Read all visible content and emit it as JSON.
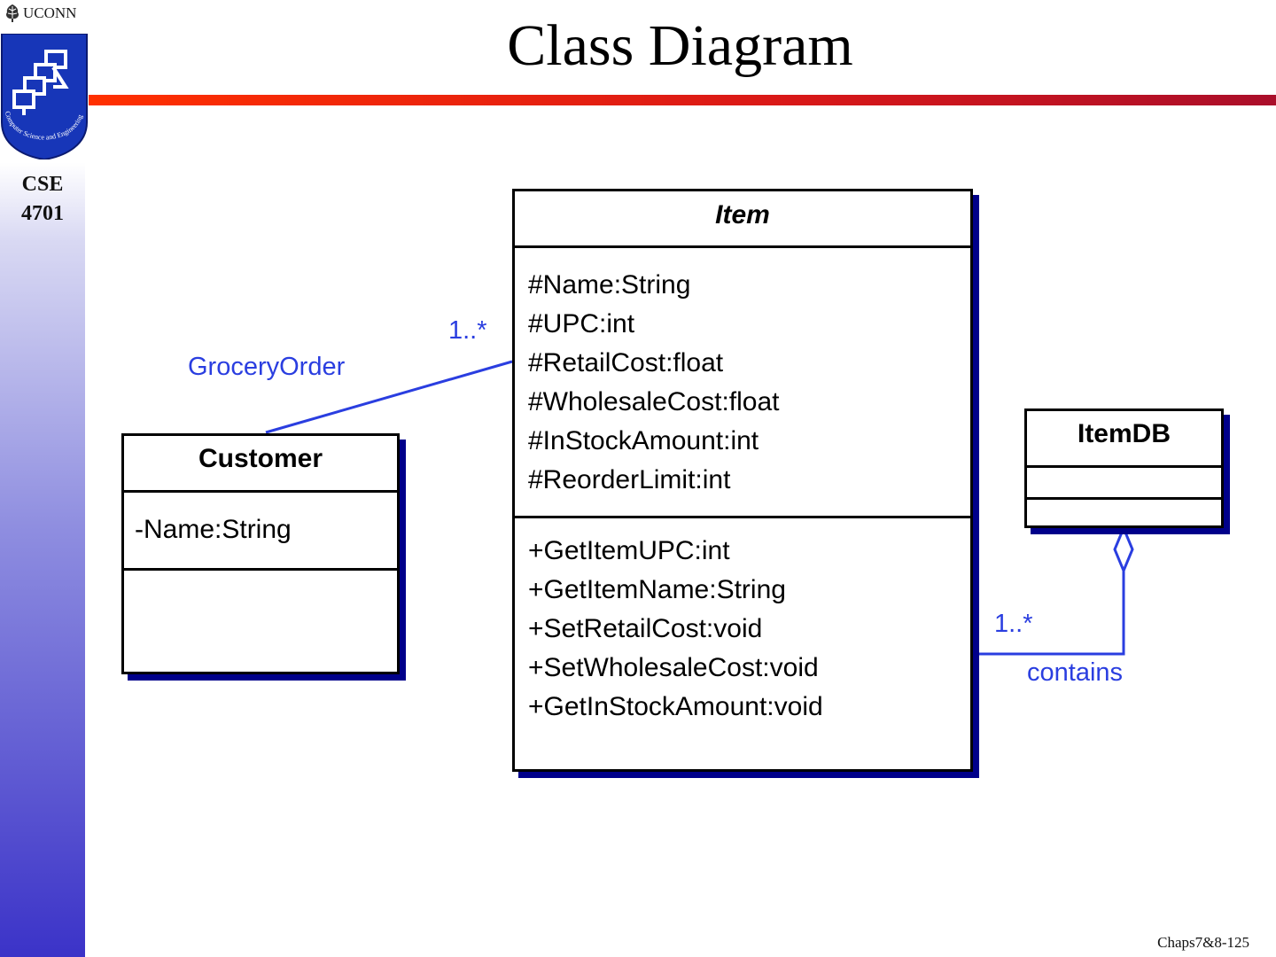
{
  "slide": {
    "title": "Class Diagram",
    "footer": "Chaps7&8-125",
    "course_label": [
      "CSE",
      "4701"
    ],
    "university": "UCONN",
    "dept_logo_text": "Computer Science and Engineering"
  },
  "colors": {
    "accent_bar": "#e01e10",
    "sidebar": "#3b33c8",
    "class_shadow": "#00008a",
    "association_label": "#2a3ee0"
  },
  "diagram": {
    "classes": [
      {
        "id": "item",
        "name": "Item",
        "italic": true,
        "attributes": [
          "#Name:String",
          "#UPC:int",
          "#RetailCost:float",
          "#WholesaleCost:float",
          "#InStockAmount:int",
          "#ReorderLimit:int"
        ],
        "operations": [
          "+GetItemUPC:int",
          "+GetItemName:String",
          "+SetRetailCost:void",
          "+SetWholesaleCost:void",
          "+GetInStockAmount:void"
        ]
      },
      {
        "id": "customer",
        "name": "Customer",
        "attributes": [
          "-Name:String"
        ],
        "operations": []
      },
      {
        "id": "itemdb",
        "name": "ItemDB",
        "attributes": [],
        "operations": []
      }
    ],
    "associations": [
      {
        "name": "GroceryOrder",
        "from": "Customer",
        "to": "Item",
        "multiplicity": "1..*"
      },
      {
        "name": "contains",
        "from": "ItemDB",
        "to": "Item",
        "multiplicity": "1..*",
        "kind": "aggregation"
      }
    ]
  }
}
